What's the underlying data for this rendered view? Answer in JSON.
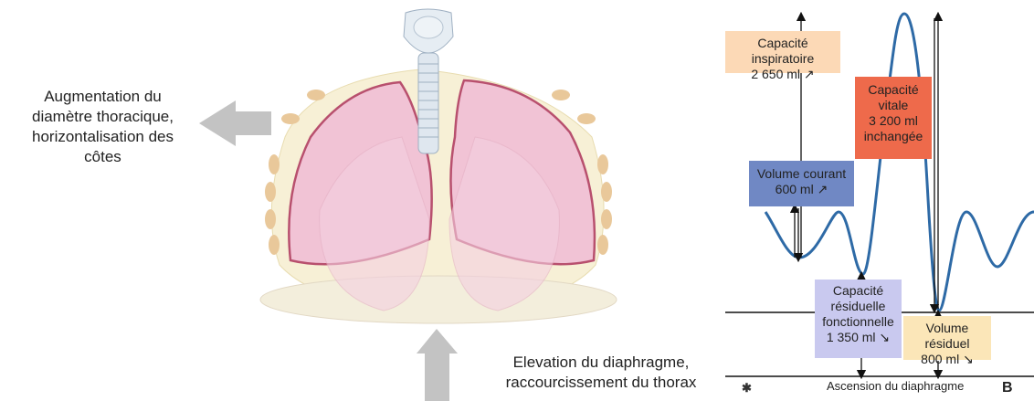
{
  "left_caption": {
    "line1": "Augmentation du",
    "line2": "diamètre thoracique,",
    "line3": "horizontalisation des",
    "line4": "côtes"
  },
  "bottom_caption": {
    "line1": "Elevation du diaphragme,",
    "line2": "raccourcissement du thorax"
  },
  "boxes": {
    "inspiratoire": {
      "line1": "Capacité inspiratoire",
      "line2": "2 650 ml ↗"
    },
    "vitale": {
      "line1": "Capacité",
      "line2": "vitale",
      "line3": "3 200 ml",
      "line4": "inchangée"
    },
    "courant": {
      "line1": "Volume courant",
      "line2": "600 ml ↗"
    },
    "crf": {
      "line1": "Capacité",
      "line2": "résiduelle",
      "line3": "fonctionnelle",
      "line4": "1 350 ml ↘"
    },
    "residuel": {
      "line1": "Volume résiduel",
      "line2": "800 ml ↘"
    }
  },
  "axis_label": "Ascension du diaphragme",
  "panel_letter": "B",
  "colors": {
    "curve": "#2e6aa6",
    "arrow": "#c0c0c0",
    "lung": "#f2c6d6",
    "lung_edge": "#b8506e"
  }
}
